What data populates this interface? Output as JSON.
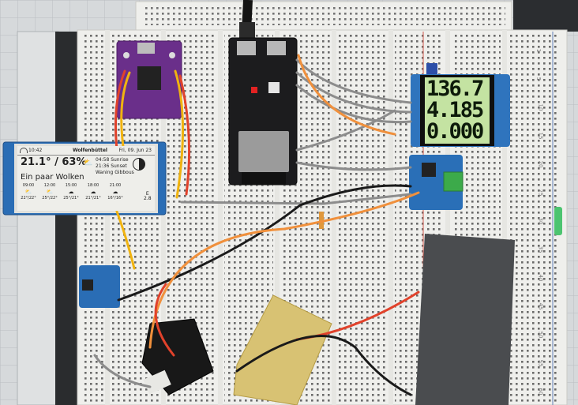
{
  "epaper": {
    "time": "10:42",
    "location": "Wolfenbüttel",
    "date": "Fri, 09. Jun 23",
    "current": "21.1° / 63%",
    "sunrise": "04:58 Sunrise",
    "sunset": "21:36 Sunset",
    "moon_phase": "Waning Gibbous",
    "description": "Ein paar Wolken",
    "forecast": [
      {
        "hour": "09:00",
        "temps": "22°/22°",
        "icon": "cloud-sun-icon"
      },
      {
        "hour": "12:00",
        "temps": "25°/22°",
        "icon": "cloud-sun-icon"
      },
      {
        "hour": "15:00",
        "temps": "25°/21°",
        "icon": "cloud-icon"
      },
      {
        "hour": "18:00",
        "temps": "21°/21°",
        "icon": "cloud-icon"
      },
      {
        "hour": "21:00",
        "temps": "16°/16°",
        "icon": "cloud-icon"
      }
    ],
    "units": "E\n2.8"
  },
  "lcd": {
    "line1": "136.7",
    "line2": "4.185",
    "line3": "0.000"
  },
  "breadboard": {
    "row_labels": [
      "1",
      "5",
      "10",
      "15",
      "20",
      "25",
      "30",
      "35",
      "40",
      "45",
      "50",
      "55",
      "60"
    ]
  },
  "colors": {
    "pcb_purple": "#6a2f8a",
    "pcb_blue": "#2a6db5",
    "pcb_black": "#1c1c1e",
    "lcd_green": "#c4e3a2",
    "breadboard": "#efefec"
  }
}
